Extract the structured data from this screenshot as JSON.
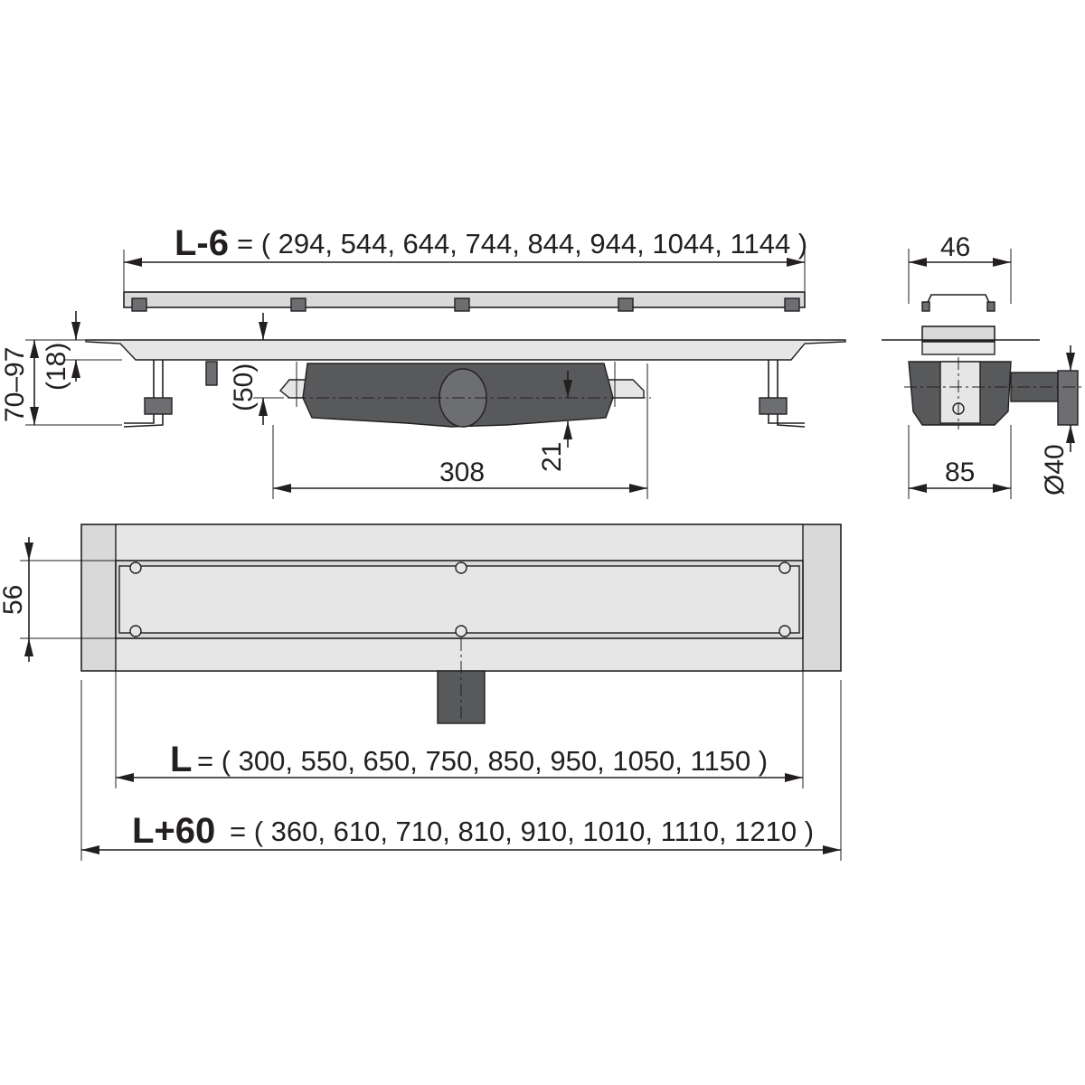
{
  "top_length": {
    "label": "L-6",
    "values": "= ( 294, 544, 644, 744, 844, 944, 1044, 1144 )"
  },
  "side_width": "46",
  "side_depth": "85",
  "outlet_diameter": "Ø40",
  "height_range": "70–97",
  "height_18": "(18)",
  "height_50": "(50)",
  "outlet_21": "21",
  "length_308": "308",
  "width_56": "56",
  "channel_length": {
    "label": "L",
    "values": "= ( 300, 550, 650, 750, 850, 950, 1050, 1150 )"
  },
  "frame_length": {
    "label": "L+60",
    "values": "= ( 360, 610, 710, 810, 910, 1010, 1110, 1210 )"
  },
  "colors": {
    "line": "#231f20",
    "steel": "#d9d9d9",
    "dark": "#6d6e71"
  }
}
